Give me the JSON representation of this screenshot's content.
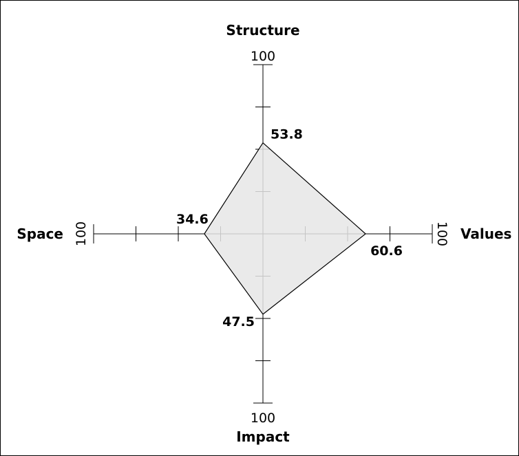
{
  "chart_data": {
    "type": "radar",
    "title": "",
    "axes": [
      {
        "name": "Structure",
        "direction": "up",
        "max": 100,
        "max_label": "100",
        "value": 53.8,
        "value_label": "53.8"
      },
      {
        "name": "Values",
        "direction": "right",
        "max": 100,
        "max_label": "100",
        "value": 60.6,
        "value_label": "60.6"
      },
      {
        "name": "Impact",
        "direction": "down",
        "max": 100,
        "max_label": "100",
        "value": 47.5,
        "value_label": "47.5"
      },
      {
        "name": "Space",
        "direction": "left",
        "max": 100,
        "max_label": "100",
        "value": 34.6,
        "value_label": "34.6"
      }
    ],
    "tick_step": 25,
    "grid": false,
    "legend": "none",
    "colors": {
      "fill": "#e6e6e6",
      "stroke": "#000000",
      "axis": "#000000",
      "frame": "#000000"
    }
  }
}
